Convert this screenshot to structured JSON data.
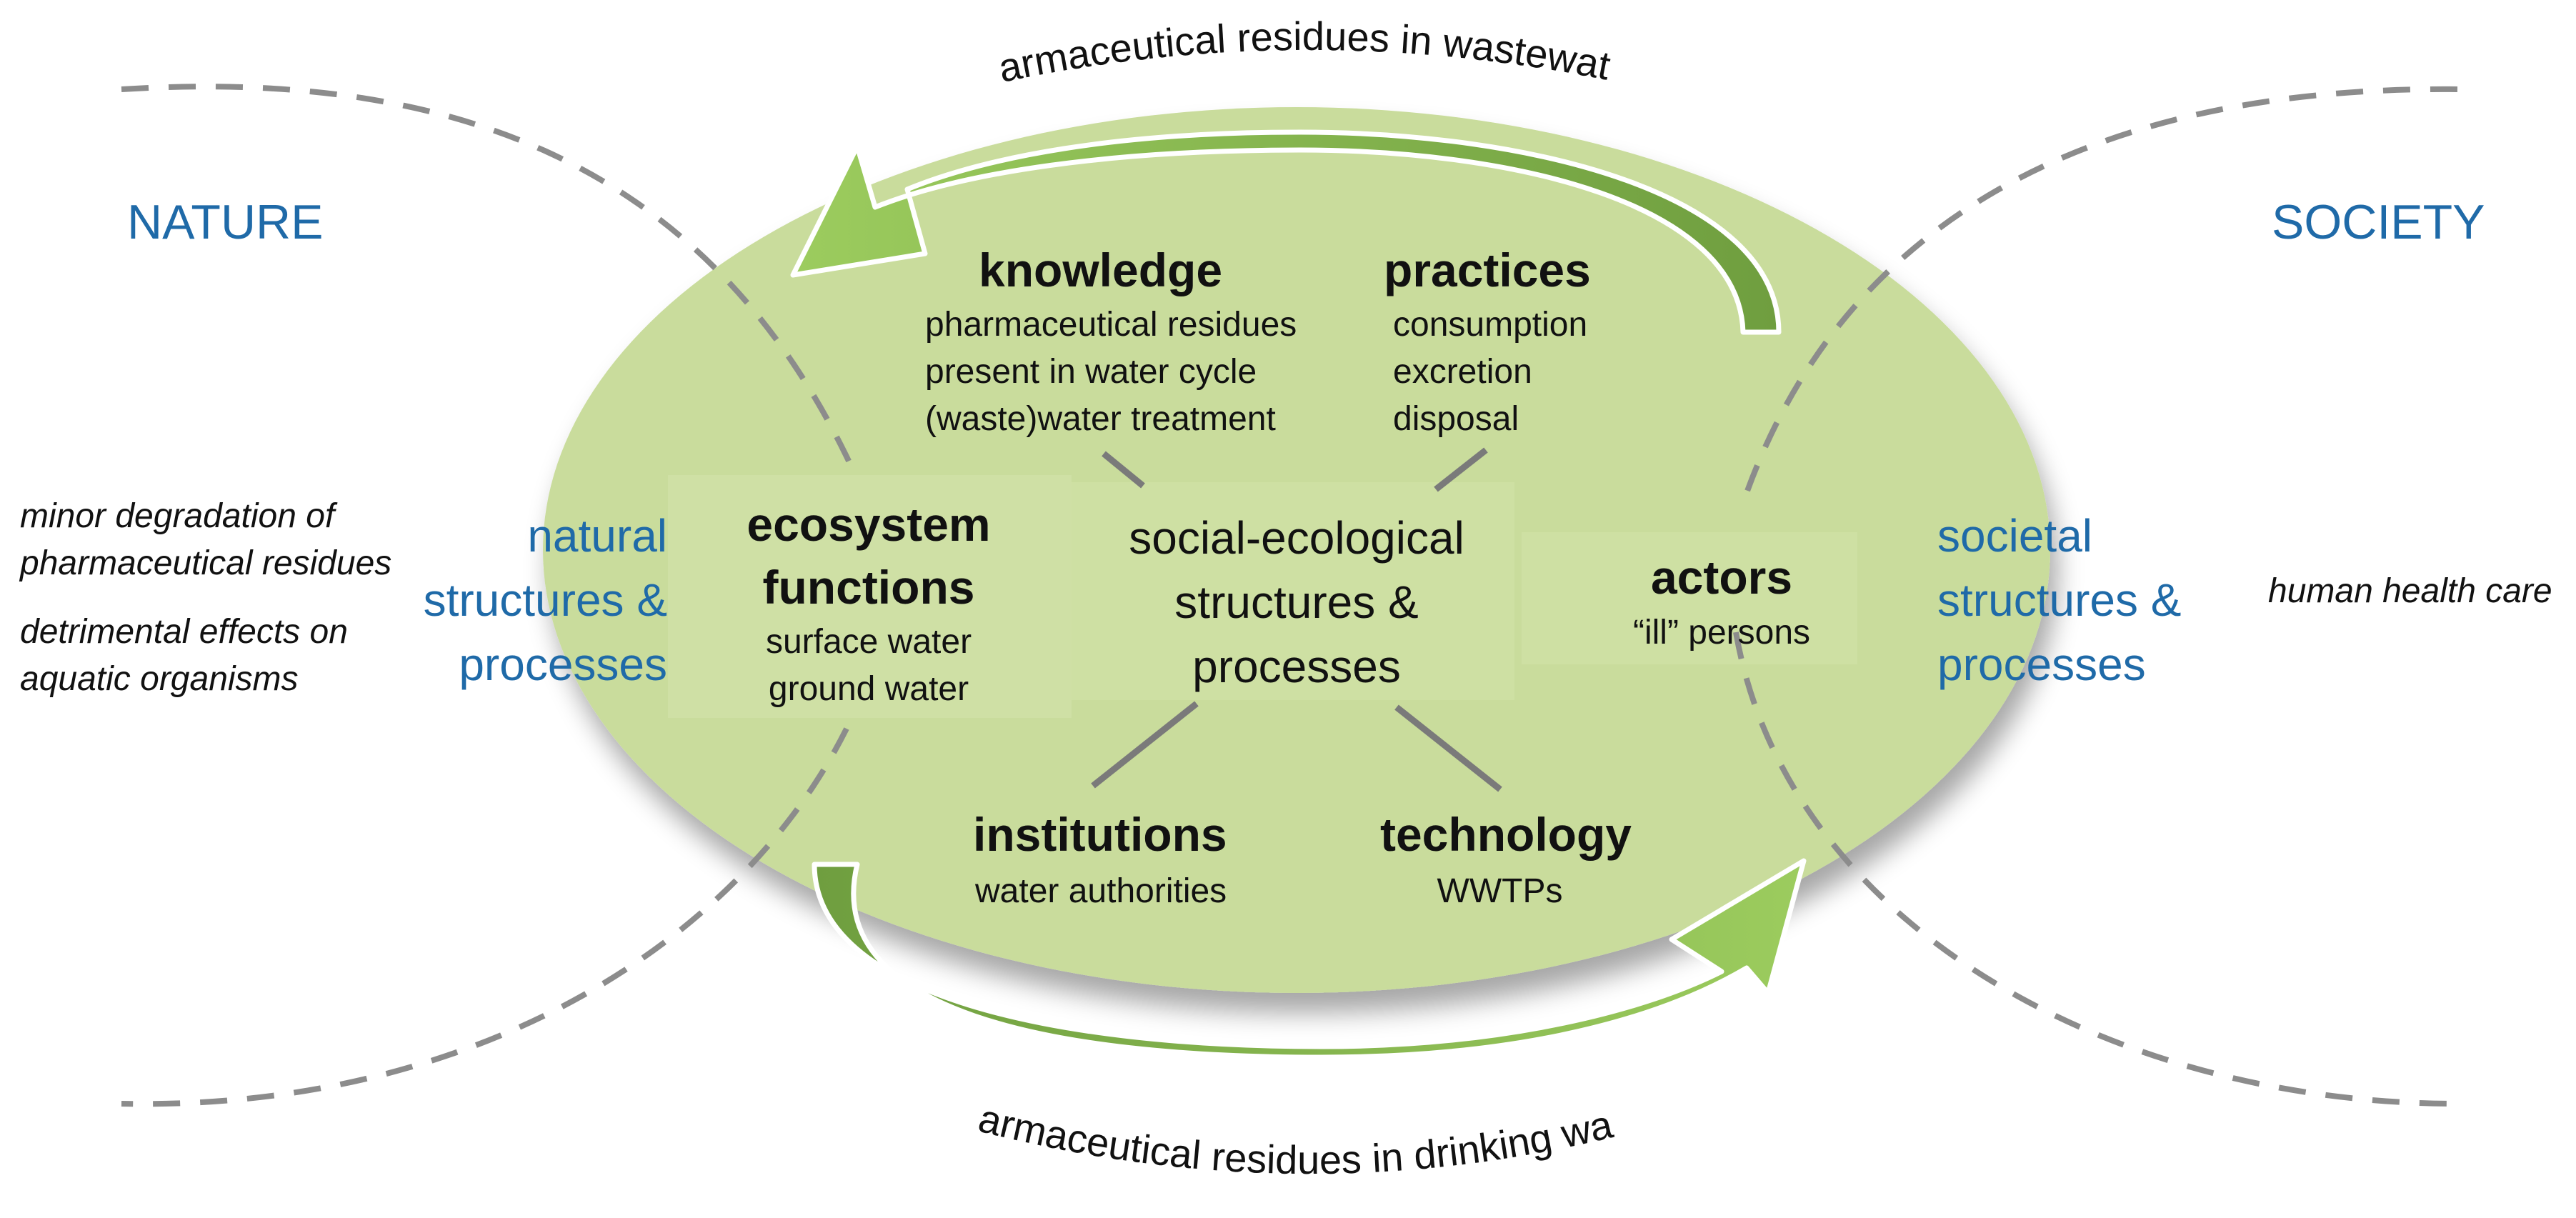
{
  "left_heading": "NATURE",
  "right_heading": "SOCIETY",
  "top_arc_label": "pharmaceutical residues in wastewater",
  "bottom_arc_label": "pharmaceutical residues in drinking water",
  "left_side": {
    "label_lines": [
      "natural",
      "structures &",
      "processes"
    ],
    "notes": [
      [
        "minor degradation of",
        "pharmaceutical residues"
      ],
      [
        "detrimental effects on",
        "aquatic organisms"
      ]
    ]
  },
  "right_side": {
    "label_lines": [
      "societal",
      "structures &",
      "processes"
    ],
    "note": "human health care"
  },
  "center": {
    "lines": [
      "social-ecological",
      "structures &",
      "processes"
    ]
  },
  "nodes": {
    "knowledge": {
      "title": "knowledge",
      "items": [
        "pharmaceutical residues",
        "present in water cycle",
        "(waste)water treatment"
      ]
    },
    "practices": {
      "title": "practices",
      "items": [
        "consumption",
        "excretion",
        "disposal"
      ]
    },
    "ecosystem": {
      "title_lines": [
        "ecosystem",
        "functions"
      ],
      "items": [
        "surface water",
        "ground water"
      ]
    },
    "actors": {
      "title": "actors",
      "items": [
        "“ill” persons"
      ]
    },
    "institutions": {
      "title": "institutions",
      "items": [
        "water authorities"
      ]
    },
    "technology": {
      "title": "technology",
      "items": [
        "WWTPs"
      ]
    }
  },
  "colors": {
    "ellipse_fill": "#c9dc9c",
    "arrow_dark": "#6f9e3f",
    "arrow_light": "#9ccc5e",
    "blue_text": "#1f6aa8",
    "dashed_line": "#8c8c8c"
  }
}
